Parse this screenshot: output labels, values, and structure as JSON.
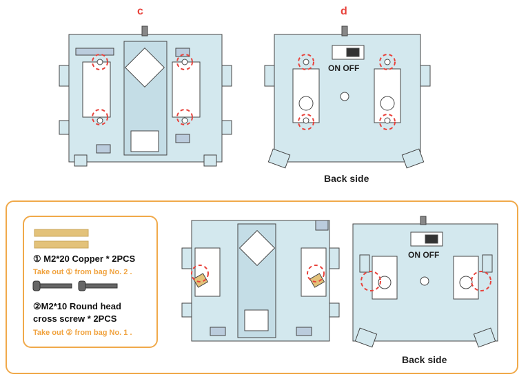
{
  "steps": {
    "c": "c",
    "d": "d"
  },
  "labels": {
    "back_side_top": "Back side",
    "back_side_bottom": "Back side",
    "on_off_top": "ON OFF",
    "on_off_bottom": "ON OFF"
  },
  "parts": {
    "part1": {
      "title": "① M2*20 Copper * 2PCS",
      "note": "Take out ① from bag No. 2 ."
    },
    "part2": {
      "title_line1": "②M2*10 Round head",
      "title_line2": "cross screw * 2PCS",
      "note": "Take out ② from bag No. 1 ."
    }
  },
  "colors": {
    "board": "#d3e8ee",
    "outline": "#444444",
    "marker": "#e8413a",
    "panel_border": "#f0a94a",
    "copper": "#e3c27a",
    "note": "#f0a23e"
  }
}
